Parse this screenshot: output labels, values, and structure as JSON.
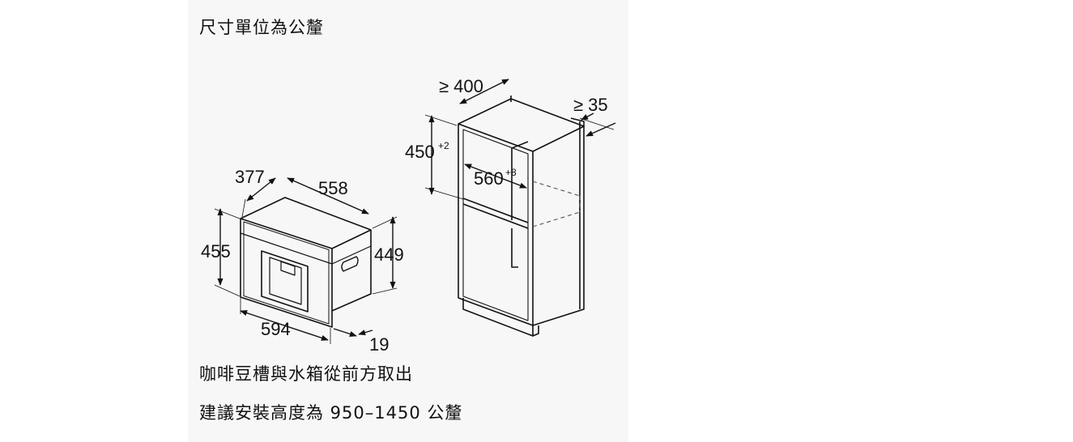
{
  "captions": {
    "unit": "尺寸單位為公釐",
    "removal": "咖啡豆槽與水箱從前方取出",
    "height": "建議安裝高度為 950–1450 公釐"
  },
  "appliance": {
    "depth": "377",
    "width": "558",
    "front_height": "455",
    "body_height": "449",
    "front_width": "594",
    "front_thickness": "19"
  },
  "cabinet": {
    "min_depth": "≥ 400",
    "min_side_clearance": "≥ 35",
    "niche_height": "450",
    "niche_height_tol": "+2",
    "niche_width": "560",
    "niche_width_tol": "+8"
  },
  "colors": {
    "line": "#111111",
    "panel": "#f7f7f7",
    "dashed": "#555555"
  }
}
